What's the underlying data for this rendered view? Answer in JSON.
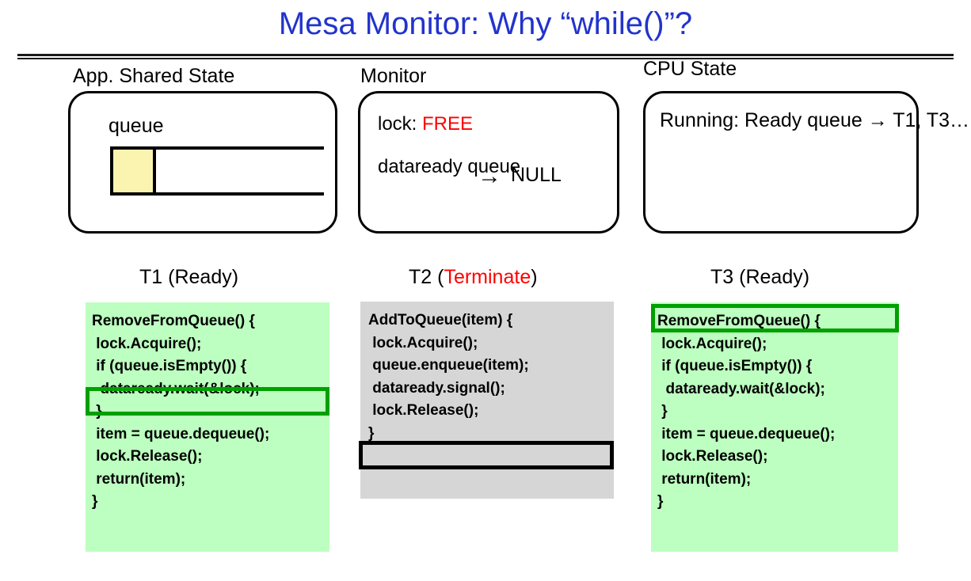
{
  "slide": {
    "title": "Mesa Monitor: Why “while()”?",
    "title_color": "#2233CC"
  },
  "headings": {
    "app_shared_state": "App. Shared State",
    "monitor": "Monitor",
    "cpu_state": "CPU State"
  },
  "app_shared_state": {
    "queue_label": "queue",
    "cell_fill_color": "#FAF4B0"
  },
  "monitor": {
    "lock_label": "lock: ",
    "lock_value": "FREE",
    "lock_value_color": "#FF0000",
    "dataready_label": "dataready\nqueue",
    "arrow": "→",
    "target": "NULL"
  },
  "cpu_state": {
    "lines": "Running:\nReady\nqueue → T1, T3",
    "ellipsis": "…"
  },
  "threads": [
    {
      "id": "t1",
      "heading_prefix": "T1 (",
      "status": "Ready",
      "heading_suffix": ")",
      "status_color": "#000000",
      "block_color": "#BDFFC0",
      "code": "RemoveFromQueue() {\n lock.Acquire();\n if (queue.isEmpty()) {\n  dataready.wait(&lock);\n }\n item = queue.dequeue();\n lock.Release();\n return(item);\n}",
      "highlight": {
        "line": "dataready.wait(&lock);",
        "color": "#00A000"
      }
    },
    {
      "id": "t2",
      "heading_prefix": "T2 (",
      "status": "Terminate",
      "heading_suffix": ")",
      "status_color": "#FF0000",
      "block_color": "#D6D6D6",
      "code": "AddToQueue(item) {\n lock.Acquire();\n queue.enqueue(item);\n dataready.signal();\n lock.Release();\n}",
      "highlight": {
        "line": "}",
        "color": "#000000"
      }
    },
    {
      "id": "t3",
      "heading_prefix": "T3 (",
      "status": "Ready",
      "heading_suffix": ")",
      "status_color": "#000000",
      "block_color": "#BDFFC0",
      "code": "RemoveFromQueue() {\n lock.Acquire();\n if (queue.isEmpty()) {\n  dataready.wait(&lock);\n }\n item = queue.dequeue();\n lock.Release();\n return(item);\n}",
      "highlight": {
        "line": "RemoveFromQueue() {",
        "color": "#00A000"
      }
    }
  ]
}
